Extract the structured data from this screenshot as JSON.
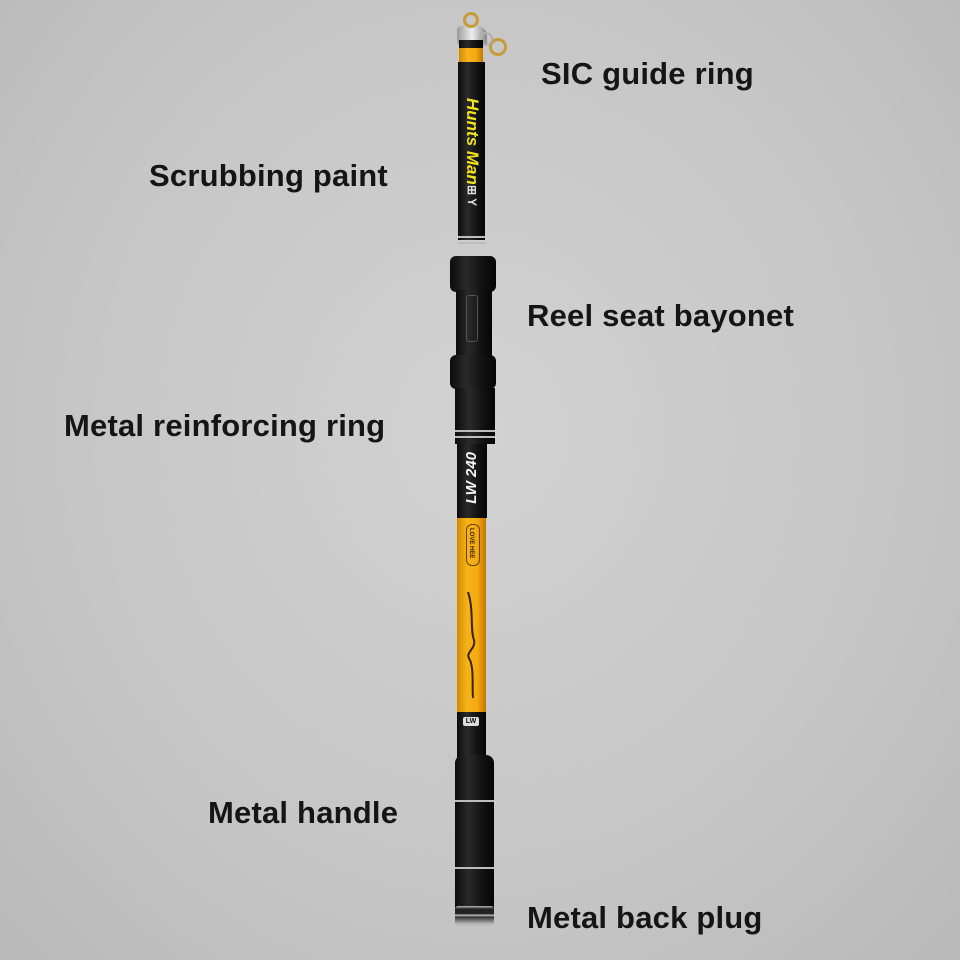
{
  "labels": {
    "sic_guide_ring": "SIC guide ring",
    "scrubbing_paint": "Scrubbing paint",
    "reel_seat_bayonet": "Reel seat bayonet",
    "metal_reinforcing_ring": "Metal reinforcing ring",
    "metal_handle": "Metal handle",
    "metal_back_plug": "Metal back plug"
  },
  "rod": {
    "brand": "Hunts Man",
    "model": "LW 240",
    "badge": "LOVE HEE",
    "butt_badge": "LW"
  },
  "colors": {
    "background": "#c8c8c8",
    "rod_black": "#111111",
    "rod_yellow": "#f4aa10",
    "label_text": "#151515"
  }
}
